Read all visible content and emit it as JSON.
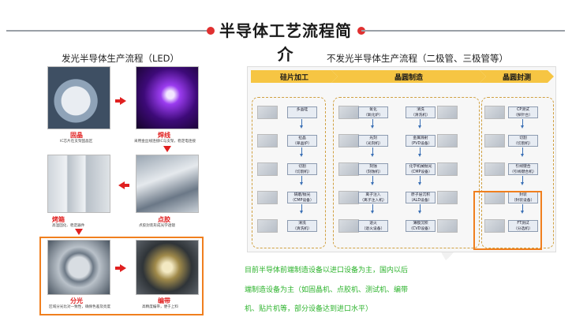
{
  "page": {
    "title": "半导体工艺流程简介",
    "accent_color": "#e02020",
    "highlight_color": "#f07f1e",
    "note_color": "#2cb32c"
  },
  "led": {
    "heading": "发光半导体生产流程（LED）",
    "steps": [
      {
        "label": "固晶",
        "desc": "IC芯片在支架固晶区"
      },
      {
        "label": "焊线",
        "desc": "采用金丝线连接IC与支架，稳定电连接"
      },
      {
        "label": "点胶",
        "desc": "点胶封装形成光学透镜"
      },
      {
        "label": "烤箱",
        "desc": "高温固化、稳定器件"
      },
      {
        "label": "分光",
        "desc": "区域分光比对一致性，确保色差及亮度"
      },
      {
        "label": "编带",
        "desc": "高精度编带，便于上料"
      }
    ]
  },
  "nonled": {
    "heading": "不发光半导体生产流程（二极管、三极管等）",
    "phases": [
      "硅片加工",
      "晶圆制造",
      "晶圆封测"
    ],
    "col1": [
      {
        "name": "多晶硅",
        "sub": ""
      },
      {
        "name": "拉晶",
        "sub": "（单晶炉）"
      },
      {
        "name": "切割",
        "sub": "（切割机）"
      },
      {
        "name": "研磨/抛光",
        "sub": "（CMP设备）"
      },
      {
        "name": "清洗",
        "sub": "（清洗机）"
      }
    ],
    "col2": [
      {
        "name": "氧化",
        "sub": "（氧化炉）"
      },
      {
        "name": "光刻",
        "sub": "（光刻机）"
      },
      {
        "name": "刻蚀",
        "sub": "（刻蚀机）"
      },
      {
        "name": "离子注入",
        "sub": "（离子注入机）"
      },
      {
        "name": "退火",
        "sub": "（退火设备）"
      }
    ],
    "col3": [
      {
        "name": "清洗",
        "sub": "（清洗机）"
      },
      {
        "name": "金属溅射",
        "sub": "（PVD设备）"
      },
      {
        "name": "化学机械抛光",
        "sub": "（CMP设备）"
      },
      {
        "name": "原子层沉积",
        "sub": "（ALD设备）"
      },
      {
        "name": "薄膜沉积",
        "sub": "（CVD设备）"
      }
    ],
    "col4": [
      {
        "name": "CP测试",
        "sub": "（探针台）"
      },
      {
        "name": "切割",
        "sub": "（切割机）"
      },
      {
        "name": "引线键合",
        "sub": "（引线键合机）"
      },
      {
        "name": "封装",
        "sub": "（封装设备）"
      },
      {
        "name": "FT测试",
        "sub": "（分选机）"
      }
    ]
  },
  "note": {
    "lines": [
      "目前半导体前端制造设备以进口设备为主，国内以后",
      "端制造设备为主（如固晶机、点胶机、测试机、编带",
      "机、贴片机等，部分设备达到进口水平）"
    ]
  }
}
